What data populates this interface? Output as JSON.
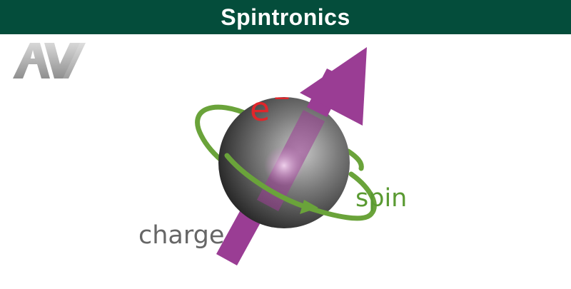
{
  "header": {
    "title": "Spintronics"
  },
  "logo": {
    "icon": "av-logo-icon"
  },
  "diagram": {
    "labels": {
      "electron": "e",
      "electron_superscript": "−",
      "spin": "spin",
      "charge": "charge"
    },
    "colors": {
      "header_bg": "#044d3b",
      "arrow": "#9a3d94",
      "orbit": "#6aa33a",
      "electron_text": "#e0262b",
      "spin_text": "#5a9a32",
      "charge_text": "#666666",
      "sphere_dark": "#2a2a2a",
      "sphere_light": "#bdbdbd"
    }
  }
}
